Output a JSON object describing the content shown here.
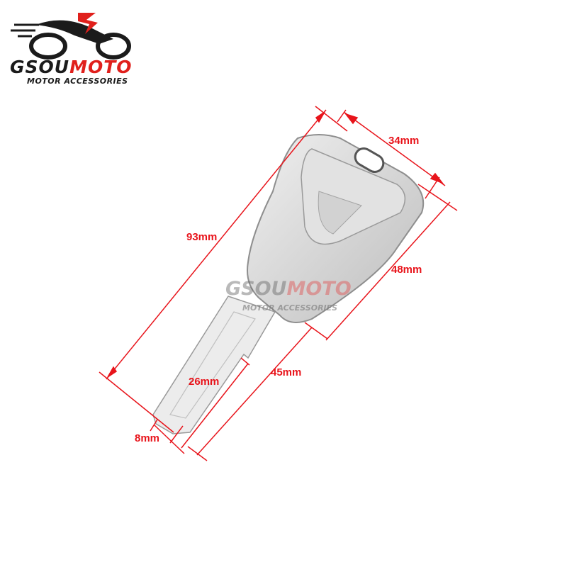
{
  "brand": {
    "name_part1": "GSOU",
    "name_part2": "MOTO",
    "tagline": "MOTOR ACCESSORIES",
    "colors": {
      "dark": "#1b1b1b",
      "accent": "#e0201c"
    }
  },
  "watermark": {
    "name_part1": "GSOU",
    "name_part2": "MOTO",
    "tagline": "MOTOR ACCESSORIES"
  },
  "product": {
    "type": "motorcycle key blank",
    "color": "#d8d8d8"
  },
  "dimensions": {
    "total_length": "93mm",
    "head_width": "34mm",
    "head_length": "48mm",
    "blade_length": "45mm",
    "groove_length": "26mm",
    "blade_width": "8mm",
    "line_color": "#e8141b"
  }
}
